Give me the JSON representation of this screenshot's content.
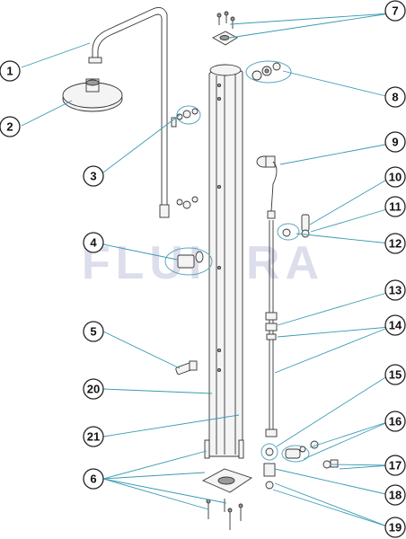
{
  "watermark": {
    "text": "FLUIDRA",
    "color": "#2e3a8c"
  },
  "colors": {
    "leader": "#3a9ab3",
    "outline": "#333333"
  },
  "callouts": [
    {
      "id": "1",
      "label": "1"
    },
    {
      "id": "2",
      "label": "2"
    },
    {
      "id": "3",
      "label": "3"
    },
    {
      "id": "4",
      "label": "4"
    },
    {
      "id": "5",
      "label": "5"
    },
    {
      "id": "6",
      "label": "6"
    },
    {
      "id": "7",
      "label": "7"
    },
    {
      "id": "8",
      "label": "8"
    },
    {
      "id": "9",
      "label": "9"
    },
    {
      "id": "10",
      "label": "10"
    },
    {
      "id": "11",
      "label": "11"
    },
    {
      "id": "12",
      "label": "12"
    },
    {
      "id": "13",
      "label": "13"
    },
    {
      "id": "14",
      "label": "14"
    },
    {
      "id": "15",
      "label": "15"
    },
    {
      "id": "16",
      "label": "16"
    },
    {
      "id": "17",
      "label": "17"
    },
    {
      "id": "18",
      "label": "18"
    },
    {
      "id": "19",
      "label": "19"
    },
    {
      "id": "20",
      "label": "20"
    },
    {
      "id": "21",
      "label": "21"
    }
  ]
}
